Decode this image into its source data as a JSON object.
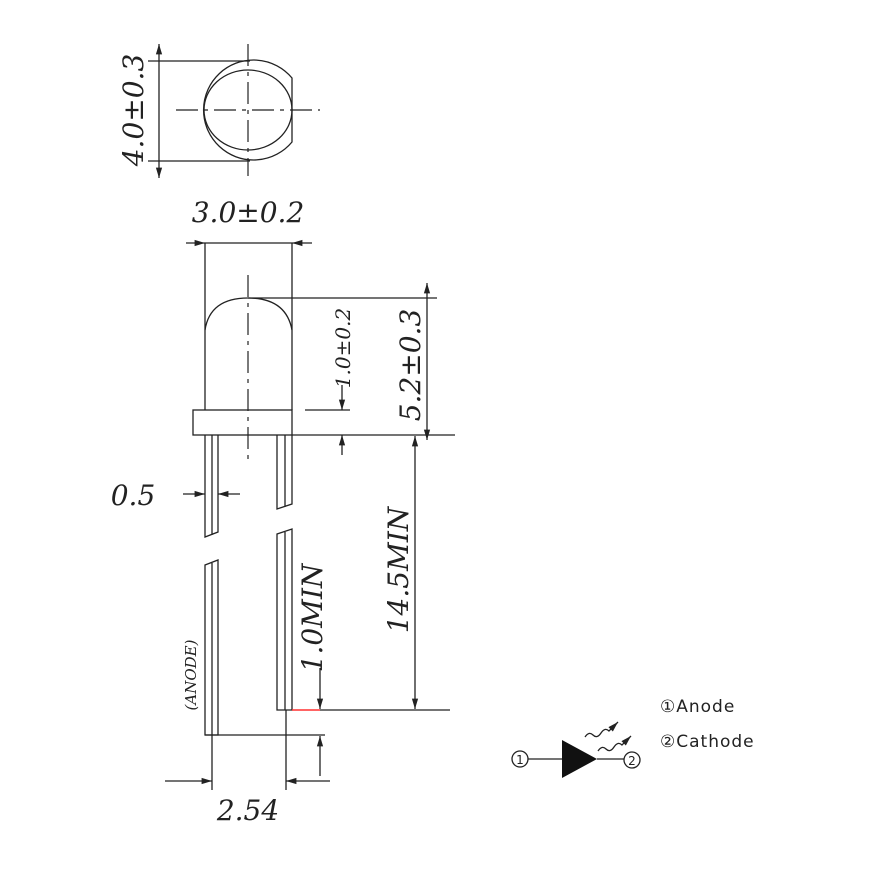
{
  "dimensions": {
    "lens_diameter": "4.0±0.3",
    "body_width": "3.0±0.2",
    "dome_height": "1.0±0.2",
    "body_height": "5.2±0.3",
    "lead_width": "0.5",
    "lead_length": "14.5MIN",
    "lead_offset": "1.0MIN",
    "lead_pitch": "2.54"
  },
  "labels": {
    "anode_lead": "(ANODE)"
  },
  "legend": {
    "pin1": "①Anode",
    "pin2": "②Cathode",
    "pin1_mark": "①",
    "pin2_mark": "②"
  },
  "colors": {
    "line": "#222222",
    "highlight": "#ff3030"
  }
}
